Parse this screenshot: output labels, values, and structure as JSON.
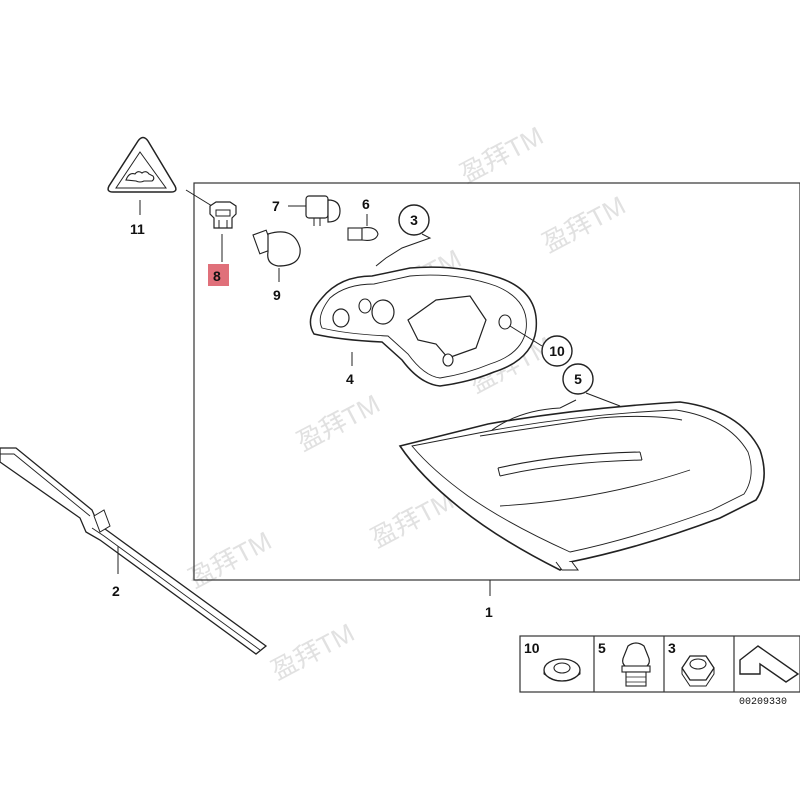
{
  "diagram": {
    "parts": {
      "p1": "1",
      "p2": "2",
      "p3": "3",
      "p4": "4",
      "p5": "5",
      "p6": "6",
      "p7": "7",
      "p8": "8",
      "p9": "9",
      "p10": "10",
      "p11": "11"
    },
    "highlight_color": "#e0707a",
    "line_color": "#222222",
    "legend": {
      "items": [
        "10",
        "5",
        "3"
      ],
      "code": "00209330"
    },
    "watermark": "盈拜TM"
  }
}
